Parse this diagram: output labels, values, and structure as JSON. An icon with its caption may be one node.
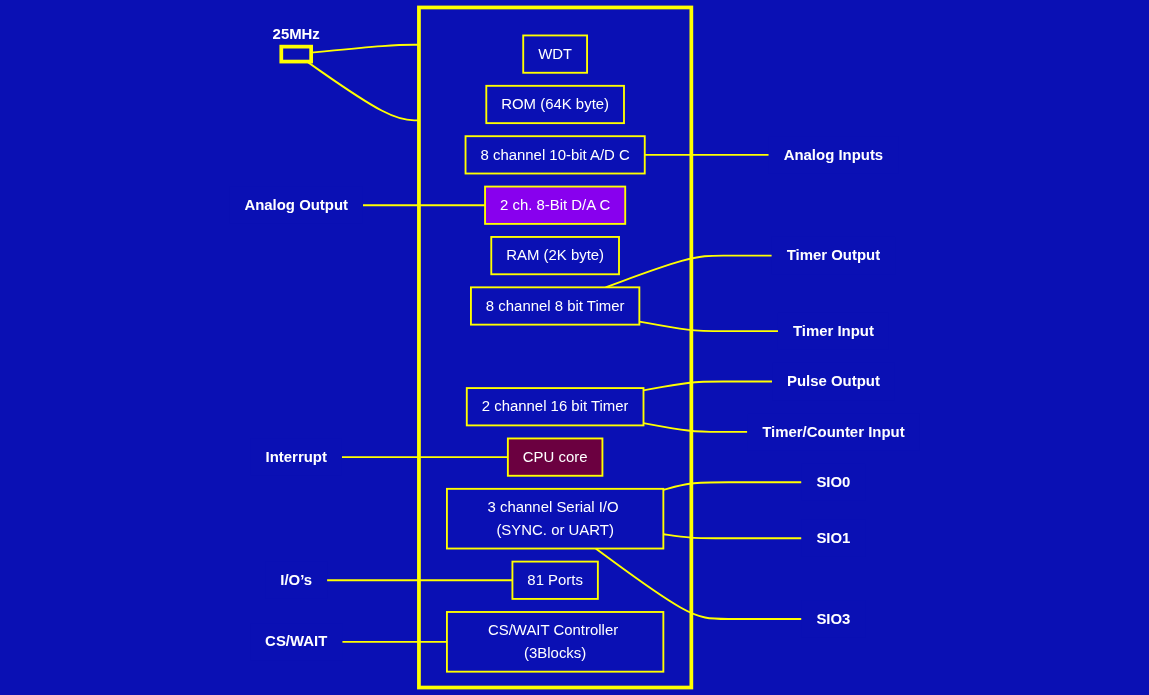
{
  "diagram": {
    "nodes": [
      {
        "text": [],
        "shape": "box"
      },
      {
        "text": [
          "WDT"
        ],
        "in": 0
      },
      {
        "text": [
          "ROM (64K byte)"
        ],
        "in": 0
      },
      {
        "text": [
          "8 channel 10-bit A/D C"
        ],
        "in": 0
      },
      {
        "text": [
          "2 ch. 8-Bit D/A C"
        ],
        "in": 0
      },
      {
        "text": [
          "RAM (2K byte)"
        ],
        "in": 0
      },
      {
        "text": [
          "8 channel 8 bit Timer"
        ],
        "in": 0
      },
      {
        "text": [
          "2 channel 16 bit Timer"
        ],
        "in": 0
      },
      {
        "text": [
          "CPU core"
        ],
        "in": 0
      },
      {
        "text": [
          "3 channel Serial I/O (SYNC. or UART)"
        ],
        "in": 0
      },
      {
        "text": [
          "81 Ports"
        ],
        "in": 0
      },
      {
        "text": [
          "CS/WAIT Controller (3Blocks)"
        ],
        "in": 0
      },
      {
        "text": [],
        "shape": "box",
        "beside": [
          "25MHz"
        ]
      },
      {
        "text": [
          "Analog Output"
        ]
      },
      {
        "text": [
          "Interrupt"
        ]
      },
      {
        "text": [
          "I/O’s"
        ]
      },
      {
        "text": [
          "CS/WAIT"
        ]
      },
      {
        "text": [
          "Analog Inputs"
        ]
      },
      {
        "text": [
          "Timer Output"
        ]
      },
      {
        "text": [
          "Timer Input"
        ]
      },
      {
        "text": [
          "Pulse Output"
        ]
      },
      {
        "text": [
          "Timer/Counter Input"
        ]
      },
      {
        "text": [
          "SIO0"
        ]
      },
      {
        "text": [
          "SIO1"
        ]
      },
      {
        "text": [
          "SIO3"
        ]
      }
    ],
    "edges": [
      {
        "from": 12,
        "to": 0,
        "arrow": "none"
      },
      {
        "from": 12,
        "to": 0,
        "arrow": "none"
      },
      {
        "from": 13,
        "to": 4,
        "arrow": "none"
      },
      {
        "from": 14,
        "to": 8,
        "arrow": "none"
      },
      {
        "from": 15,
        "to": 10,
        "arrow": "none"
      },
      {
        "from": 16,
        "to": 11,
        "arrow": "none"
      },
      {
        "from": 3,
        "to": 17,
        "arrow": "none"
      },
      {
        "from": 6,
        "to": 18,
        "arrow": "none"
      },
      {
        "from": 6,
        "to": 19,
        "arrow": "none"
      },
      {
        "from": 7,
        "to": 20,
        "arrow": "none"
      },
      {
        "from": 7,
        "to": 21,
        "arrow": "none"
      },
      {
        "from": 9,
        "to": 22,
        "arrow": "none"
      },
      {
        "from": 9,
        "to": 23,
        "arrow": "none"
      },
      {
        "from": 9,
        "to": 24,
        "arrow": "none"
      }
    ]
  }
}
